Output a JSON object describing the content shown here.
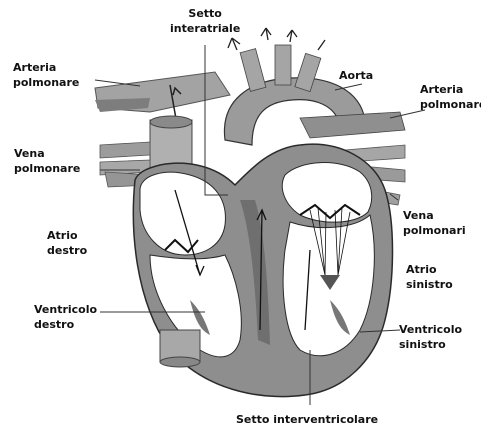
{
  "labels": {
    "setto_interatriale": [
      "Setto",
      "interatriale"
    ],
    "arteria_polmonare_left": [
      "Arteria",
      "polmonare"
    ],
    "aorta": [
      "Aorta"
    ],
    "arteria_polmonare_right": [
      "Arteria",
      "polmonare"
    ],
    "vena_polmonare": [
      "Vena",
      "polmonare"
    ],
    "atrio_destro": [
      "Atrio",
      "destro"
    ],
    "vena_polmonari": [
      "Vena",
      "polmonari"
    ],
    "atrio_sinistro": [
      "Atrio",
      "sinistro"
    ],
    "ventricolo_destro": [
      "Ventricolo",
      "destro"
    ],
    "ventricolo_sinistro": [
      "Ventricolo",
      "sinistro"
    ],
    "setto_interventricolare": [
      "Setto interventricolare"
    ]
  },
  "colors": {
    "vessel": "#9a9a9a",
    "vessel_dark": "#6c6c6c",
    "wall": "#8e8e8e",
    "chamber": "#ffffff",
    "outline": "#2a2a2a",
    "leader": "#333333"
  }
}
